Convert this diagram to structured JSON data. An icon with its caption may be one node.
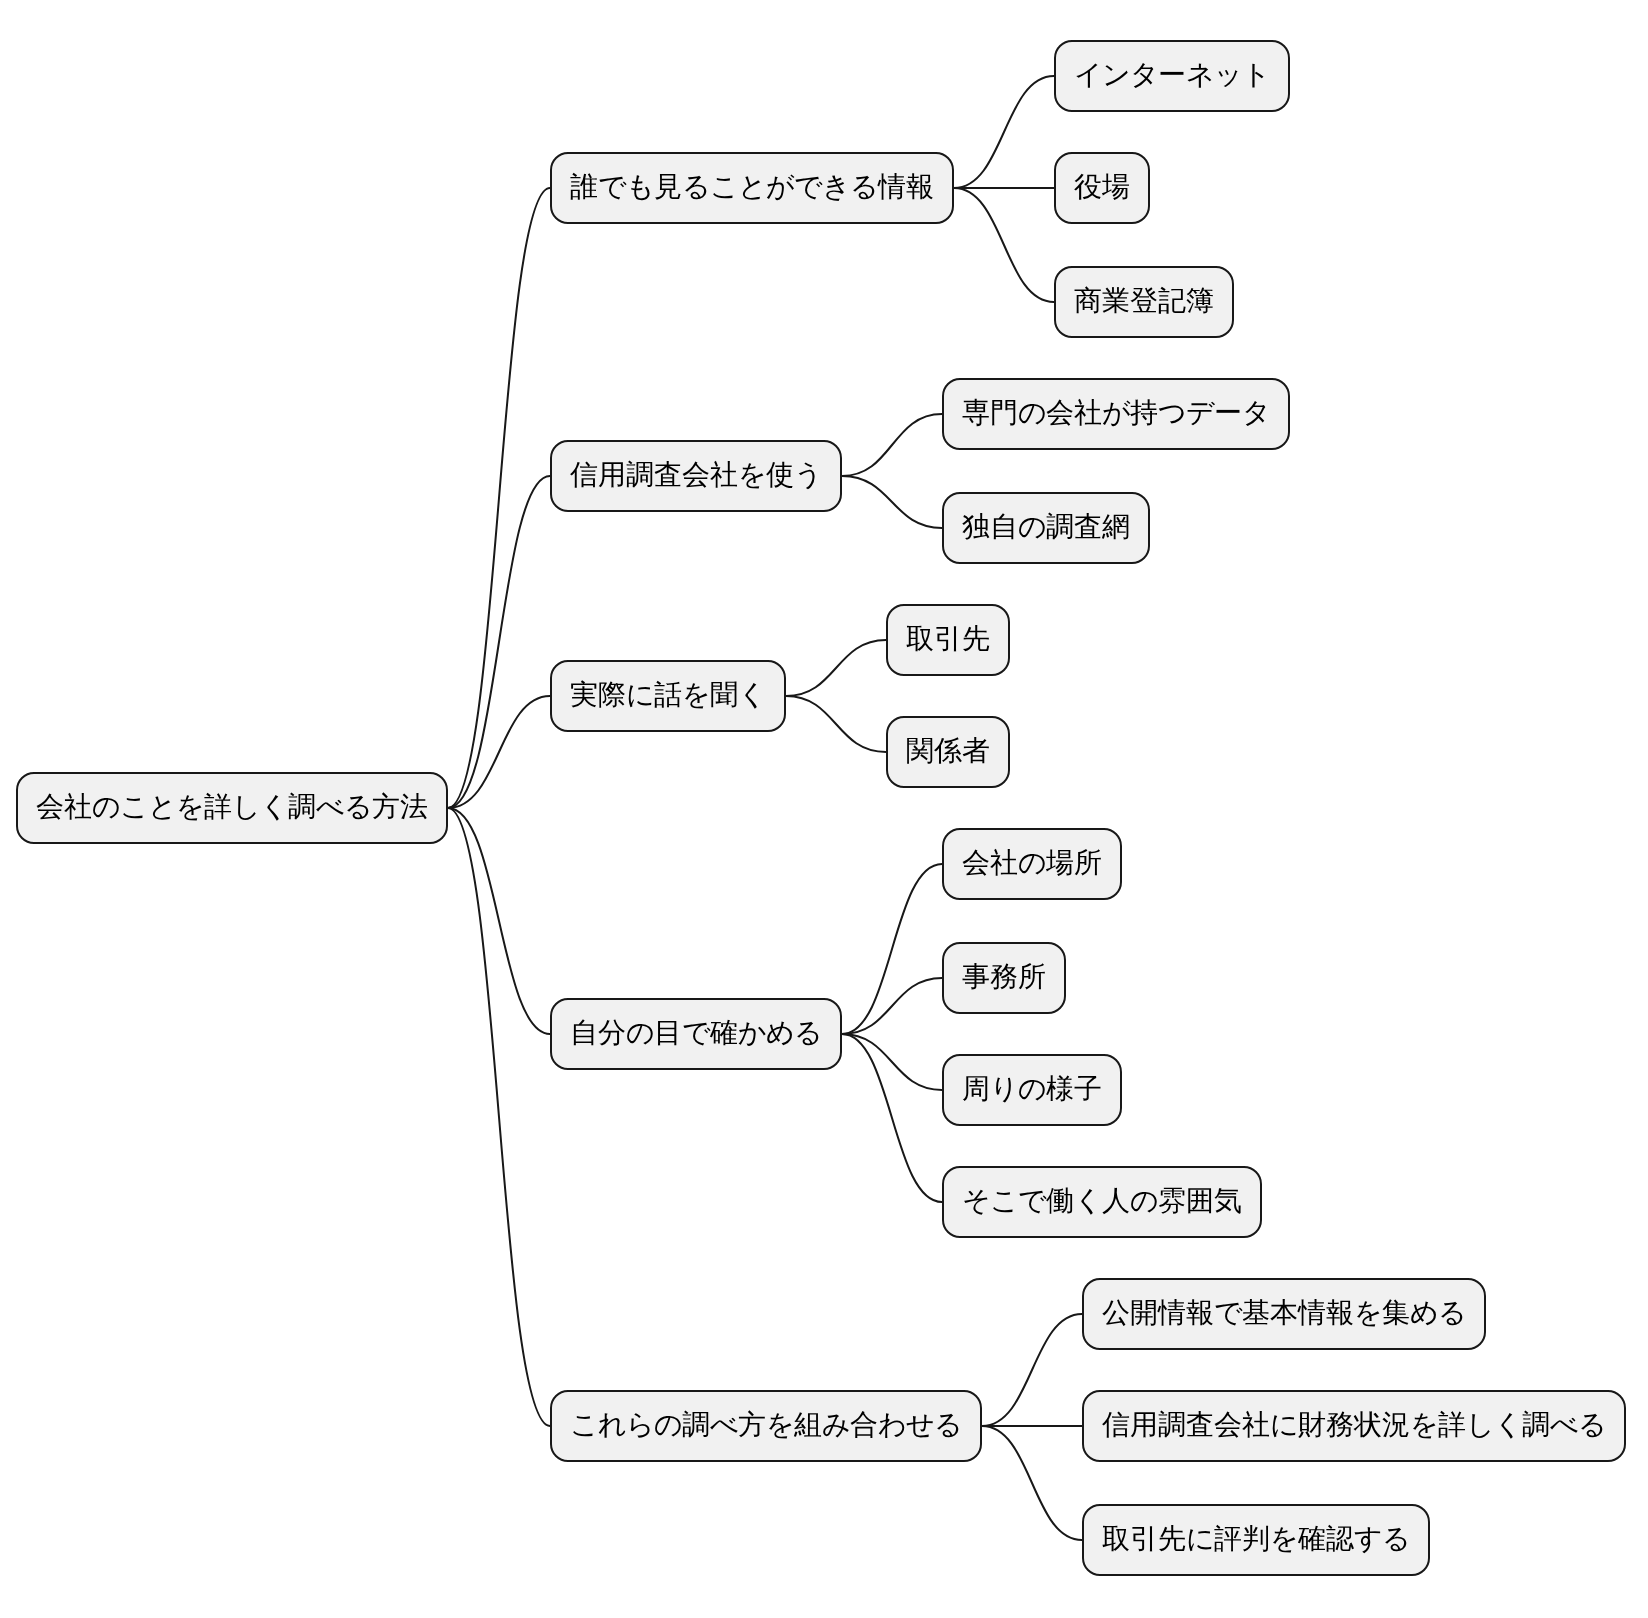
{
  "diagram": {
    "nodes": [
      {
        "text": [
          "会社のことを詳しく調べる方法"
        ]
      },
      {
        "text": [
          "誰でも見ることができる情報"
        ]
      },
      {
        "text": [
          "インターネット"
        ]
      },
      {
        "text": [
          "役場"
        ]
      },
      {
        "text": [
          "商業登記簿"
        ]
      },
      {
        "text": [
          "信用調査会社を使う"
        ]
      },
      {
        "text": [
          "専門の会社が持つデータ"
        ]
      },
      {
        "text": [
          "独自の調査網"
        ]
      },
      {
        "text": [
          "実際に話を聞く"
        ]
      },
      {
        "text": [
          "取引先"
        ]
      },
      {
        "text": [
          "関係者"
        ]
      },
      {
        "text": [
          "自分の目で確かめる"
        ]
      },
      {
        "text": [
          "会社の場所"
        ]
      },
      {
        "text": [
          "事務所"
        ]
      },
      {
        "text": [
          "周りの様子"
        ]
      },
      {
        "text": [
          "そこで働く人の雰囲気"
        ]
      },
      {
        "text": [
          "これらの調べ方を組み合わせる"
        ]
      },
      {
        "text": [
          "公開情報で基本情報を集める"
        ]
      },
      {
        "text": [
          "信用調査会社に財務状況を詳しく調べる"
        ]
      },
      {
        "text": [
          "取引先に評判を確認する"
        ]
      }
    ],
    "edges": [
      {
        "from": 0,
        "to": 1,
        "arrow": "none"
      },
      {
        "from": 1,
        "to": 2,
        "arrow": "none"
      },
      {
        "from": 1,
        "to": 3,
        "arrow": "none"
      },
      {
        "from": 1,
        "to": 4,
        "arrow": "none"
      },
      {
        "from": 0,
        "to": 5,
        "arrow": "none"
      },
      {
        "from": 5,
        "to": 6,
        "arrow": "none"
      },
      {
        "from": 5,
        "to": 7,
        "arrow": "none"
      },
      {
        "from": 0,
        "to": 8,
        "arrow": "none"
      },
      {
        "from": 8,
        "to": 9,
        "arrow": "none"
      },
      {
        "from": 8,
        "to": 10,
        "arrow": "none"
      },
      {
        "from": 0,
        "to": 11,
        "arrow": "none"
      },
      {
        "from": 11,
        "to": 12,
        "arrow": "none"
      },
      {
        "from": 11,
        "to": 13,
        "arrow": "none"
      },
      {
        "from": 11,
        "to": 14,
        "arrow": "none"
      },
      {
        "from": 11,
        "to": 15,
        "arrow": "none"
      },
      {
        "from": 0,
        "to": 16,
        "arrow": "none"
      },
      {
        "from": 16,
        "to": 17,
        "arrow": "none"
      },
      {
        "from": 16,
        "to": 18,
        "arrow": "none"
      },
      {
        "from": 16,
        "to": 19,
        "arrow": "none"
      }
    ]
  }
}
